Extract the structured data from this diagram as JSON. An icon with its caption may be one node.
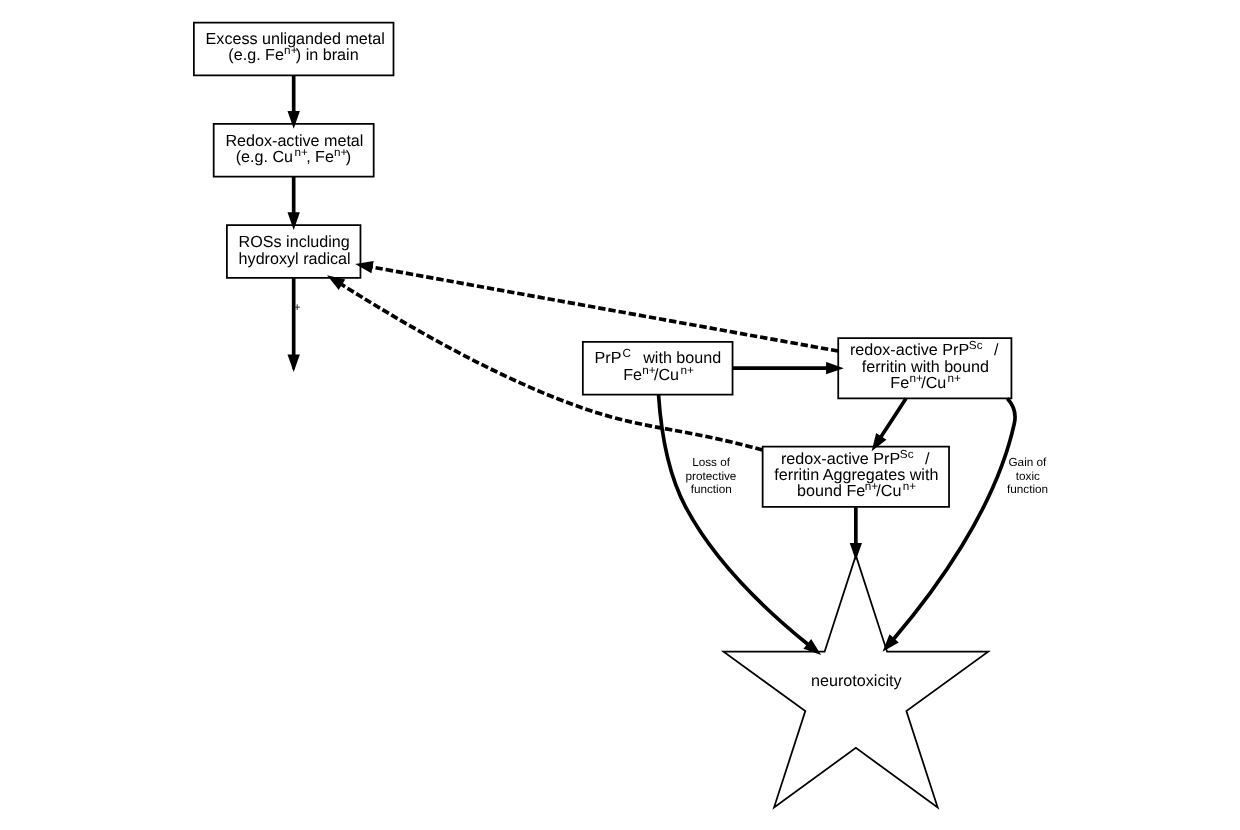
{
  "diagram": {
    "nodes": [
      {
        "text": [
          "Excess unliganded metal (e.g. Fe$^{n+}$) in brain"
        ]
      },
      {
        "text": [
          "Redox-active metal (e.g. Cu$^{n+}$, Fe$^{n+}$)"
        ]
      },
      {
        "text": [
          "ROSs including hydroxyl radical"
        ]
      },
      {
        "text": [
          "PrP$^{C}$ with bound Fe$^{n+}$/Cu$^{n+}$"
        ]
      },
      {
        "text": [
          "redox-active PrP$^{Sc}$ / ferritin with bound Fe$^{n+}$/Cu$^{n+}$"
        ]
      },
      {
        "text": [
          "redox-active PrP$^{Sc}$ / ferritin Aggregates with bound Fe$^{n+}$/Cu$^{n+}$"
        ]
      },
      {
        "text": [
          "neurotoxicity"
        ]
      }
    ],
    "edges": [
      {
        "from": 0,
        "to": 1,
        "arrow": "to"
      },
      {
        "from": 1,
        "to": 2,
        "arrow": "to"
      },
      {
        "from": 2,
        "to": null,
        "arrow": "to",
        "label": "+"
      },
      {
        "from": 3,
        "to": 4,
        "arrow": "to"
      },
      {
        "from": 4,
        "to": 2,
        "arrow": "to",
        "style": "dashed"
      },
      {
        "from": 5,
        "to": 2,
        "arrow": "to",
        "style": "dashed"
      },
      {
        "from": 4,
        "to": 5,
        "arrow": "to"
      },
      {
        "from": 3,
        "to": 6,
        "arrow": "to",
        "label": "Loss of protective function"
      },
      {
        "from": 4,
        "to": 6,
        "arrow": "to",
        "label": "Gain of toxic function"
      },
      {
        "from": 5,
        "to": 6,
        "arrow": "to"
      }
    ]
  }
}
